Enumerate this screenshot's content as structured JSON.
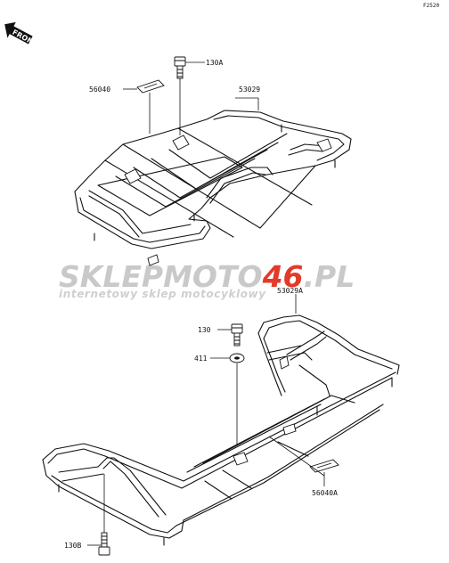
{
  "figure_code": "F2520",
  "front_label": "FRONT",
  "watermark": {
    "brand_a": "SKLEPMOTO",
    "brand_b": "46",
    "brand_c": ".PL",
    "tagline": "internetowy sklep motocyklowy",
    "colors": {
      "grey": "#c9c9c9",
      "red": "#e33a2a"
    }
  },
  "labels": {
    "bolt_top": "130A",
    "label_plate_top": "56040",
    "front_carrier": "53029",
    "rear_carrier": "53029A",
    "bolt_mid": "130",
    "washer": "411",
    "label_plate_bottom": "56040A",
    "bolt_bottom": "130B"
  }
}
